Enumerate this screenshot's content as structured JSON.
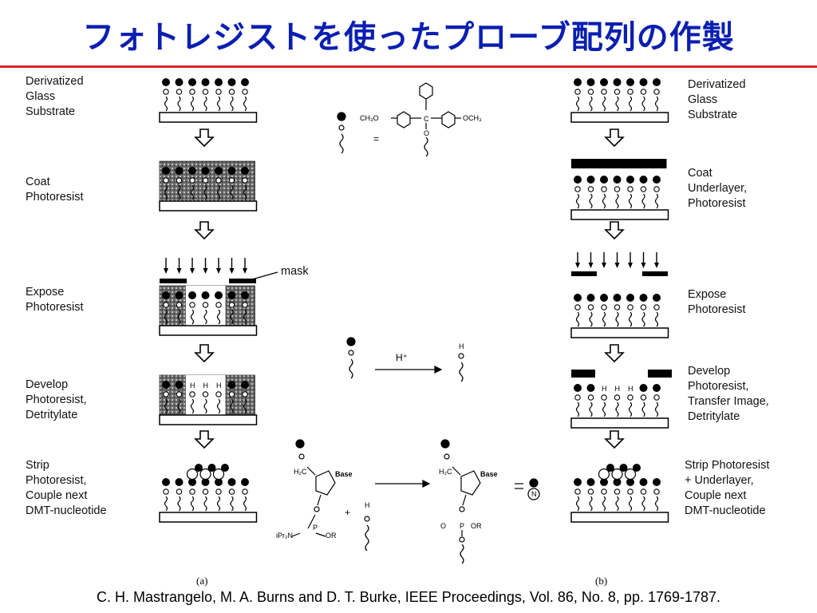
{
  "title": "フォトレジストを使ったプローブ配列の作製",
  "colors": {
    "title": "#0a1fb0",
    "rule": "#d7262b"
  },
  "panel_a": {
    "label": "(a)",
    "steps": [
      "Derivatized\nGlass\nSubstrate",
      "Coat\nPhotoresist",
      "Expose\nPhotoresist",
      "Develop\nPhotoresist,\nDetritylate",
      "Strip\nPhotoresist,\nCouple next\nDMT-nucleotide"
    ],
    "mask_label": "mask"
  },
  "panel_b": {
    "label": "(b)",
    "steps": [
      "Derivatized\nGlass\nSubstrate",
      "Coat\nUnderlayer,\nPhotoresist",
      "Expose\nPhotoresist",
      "Develop\nPhotoresist,\nTransfer Image,\nDetritylate",
      "Strip Photoresist\n+ Underlayer,\nCouple next\nDMT-nucleotide"
    ]
  },
  "chem": {
    "dmt_left": "CH₃O",
    "dmt_right": "OCH₃",
    "dmt_c": "C",
    "dmt_o": "O",
    "equals": "=",
    "acid": "H⁺",
    "h": "H",
    "o": "O",
    "h2c": "H₂C",
    "base": "Base",
    "p": "P",
    "ipr": "iPr₂N",
    "or": "OR",
    "plus": "+",
    "n": "N"
  },
  "citation": "C. H. Mastrangelo, M. A. Burns and D. T. Burke, IEEE Proceedings, Vol. 86, No. 8, pp. 1769-1787."
}
